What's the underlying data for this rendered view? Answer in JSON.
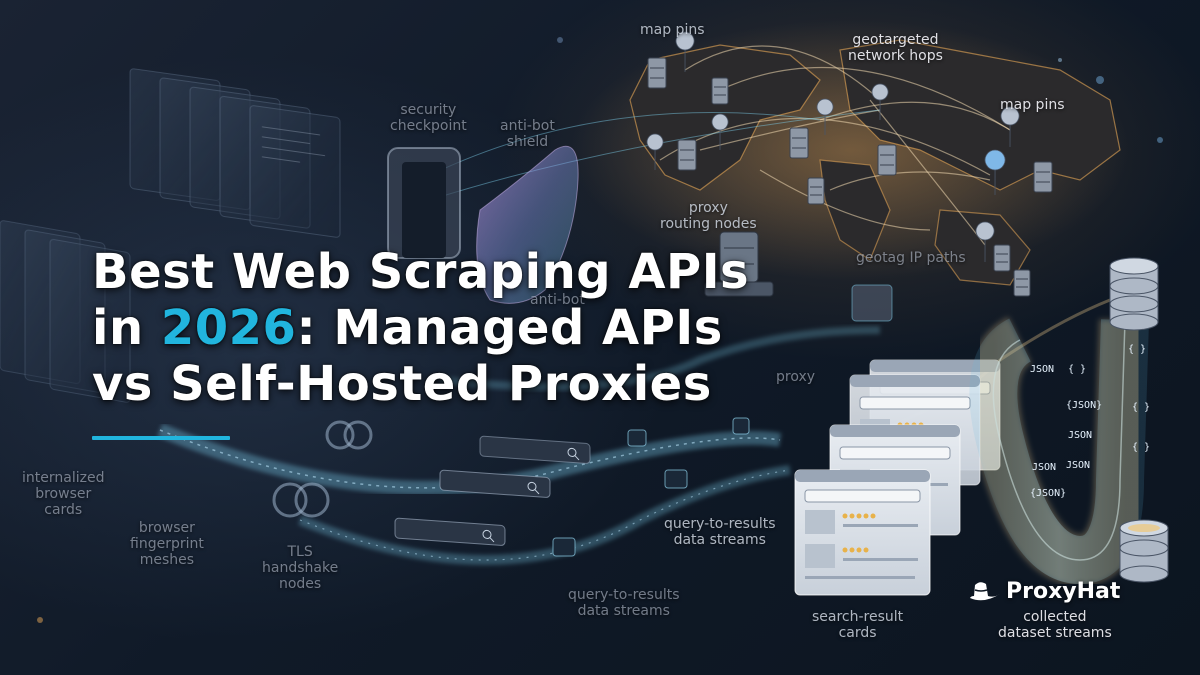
{
  "title": {
    "line1": "Best Web Scraping APIs",
    "line2_prefix": "in ",
    "line2_highlight": "2026",
    "line2_suffix": ": Managed APIs",
    "line3": "vs Self-Hosted Proxies"
  },
  "brand": {
    "name": "ProxyHat",
    "icon": "hat-icon"
  },
  "labels": {
    "map_pins_top": "map pins",
    "geotargeted_hops": "geotargeted\nnetwork hops",
    "map_pins_right": "map pins",
    "security_checkpoint": "security\ncheckpoint",
    "anti_bot_shield": "anti-bot\nshield",
    "proxy_routing_nodes": "proxy\nrouting nodes",
    "geotag_ip_paths": "geotag IP paths",
    "anti_bot_faded": "anti-bot",
    "proxy_faded": "proxy",
    "internalized_browser_cards": "internalized\nbrowser\ncards",
    "browser_fingerprint_meshes": "browser\nfingerprint\nmeshes",
    "tls_handshake_nodes": "TLS\nhandshake\nnodes",
    "query_results_mid": "query-to-results\ndata streams",
    "query_results_bottom": "query-to-results\ndata streams",
    "search_result_cards": "search-result\ncards",
    "collected_dataset_streams": "collected\ndataset streams"
  },
  "stream_tokens": [
    "JSON",
    "{ }",
    "{JSON}",
    "JSON",
    "JSON",
    "JSON",
    "{JSON}",
    "{ }",
    "{ }",
    "{ }"
  ],
  "colors": {
    "accent": "#21b5de",
    "title": "#ffffff",
    "map_glow": "#e8a857",
    "stream_glow": "#7fd2f0"
  }
}
